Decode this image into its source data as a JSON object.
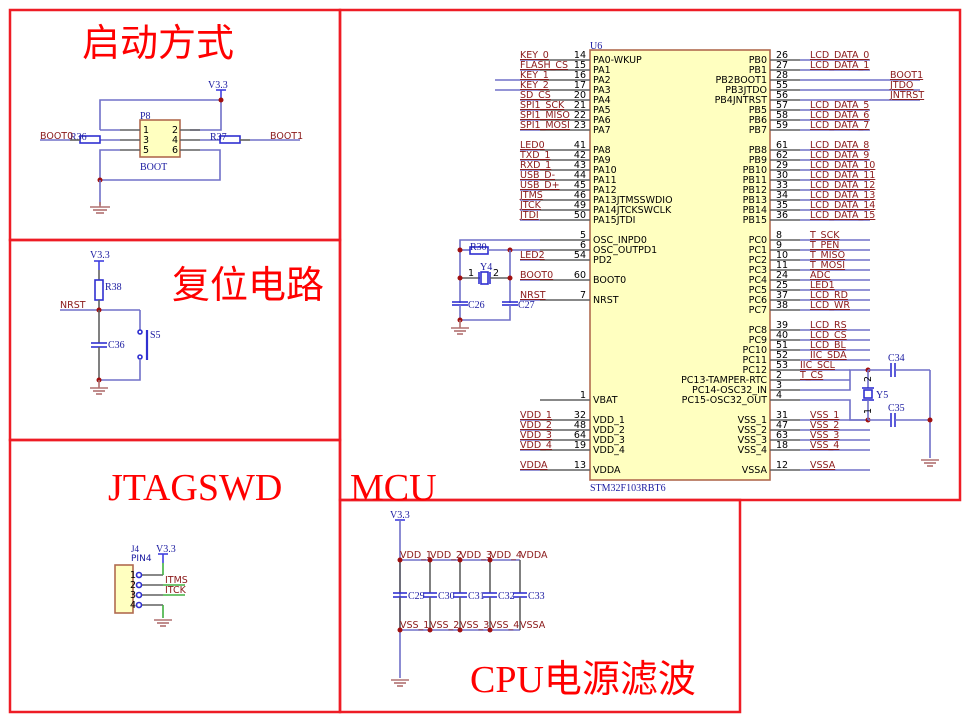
{
  "sections": {
    "boot": {
      "title": "启动方式"
    },
    "reset": {
      "title": "复位电路"
    },
    "jtag": {
      "title": "JTAGSWD"
    },
    "mcu": {
      "title": "MCU"
    },
    "power": {
      "title": "CPU电源滤波"
    }
  },
  "boot_circuit": {
    "power_label": "V3.3",
    "header_ref": "P8",
    "header_value": "BOOT",
    "pins": [
      "1",
      "2",
      "3",
      "4",
      "5",
      "6"
    ],
    "r_left": "R36",
    "r_right": "R37",
    "net_left": "BOOT0",
    "net_right": "BOOT1"
  },
  "reset_circuit": {
    "power_label": "V3.3",
    "resistor": "R38",
    "net": "NRST",
    "capacitor": "C36",
    "switch": "S5"
  },
  "jtag_circuit": {
    "ref": "J4",
    "value": "PIN4",
    "power_label": "V3.3",
    "pins": [
      "1",
      "2",
      "3",
      "4"
    ],
    "nets": [
      "ITMS",
      "ITCK"
    ]
  },
  "mcu": {
    "ref": "U6",
    "part": "STM32F103RBT6",
    "left_pins": [
      {
        "net": "KEY_0",
        "num": "14",
        "name": "PA0-WKUP"
      },
      {
        "net": "FLASH_CS",
        "num": "15",
        "name": "PA1"
      },
      {
        "net": "KEY_1",
        "num": "16",
        "name": "PA2"
      },
      {
        "net": "KEY_2",
        "num": "17",
        "name": "PA3"
      },
      {
        "net": "SD_CS",
        "num": "20",
        "name": "PA4"
      },
      {
        "net": "SPI1_SCK",
        "num": "21",
        "name": "PA5"
      },
      {
        "net": "SPI1_MISO",
        "num": "22",
        "name": "PA6"
      },
      {
        "net": "SPI1_MOSI",
        "num": "23",
        "name": "PA7"
      },
      {
        "net": "LED0",
        "num": "41",
        "name": "PA8"
      },
      {
        "net": "TXD_1",
        "num": "42",
        "name": "PA9"
      },
      {
        "net": "RXD_1",
        "num": "43",
        "name": "PA10"
      },
      {
        "net": "USB_D-",
        "num": "44",
        "name": "PA11"
      },
      {
        "net": "USB_D+",
        "num": "45",
        "name": "PA12"
      },
      {
        "net": "JTMS",
        "num": "46",
        "name": "PA13JTMSSWDIO"
      },
      {
        "net": "JTCK",
        "num": "49",
        "name": "PA14JTCKSWCLK"
      },
      {
        "net": "JTDI",
        "num": "50",
        "name": "PA15JTDI"
      },
      {
        "net": "",
        "num": "5",
        "name": "OSC_INPD0"
      },
      {
        "net": "",
        "num": "6",
        "name": "OSC_OUTPD1"
      },
      {
        "net": "LED2",
        "num": "54",
        "name": "PD2"
      },
      {
        "net": "BOOT0",
        "num": "60",
        "name": "BOOT0"
      },
      {
        "net": "NRST",
        "num": "7",
        "name": "NRST"
      },
      {
        "net": "",
        "num": "1",
        "name": "VBAT"
      },
      {
        "net": "VDD_1",
        "num": "32",
        "name": "VDD_1"
      },
      {
        "net": "VDD_2",
        "num": "48",
        "name": "VDD_2"
      },
      {
        "net": "VDD_3",
        "num": "64",
        "name": "VDD_3"
      },
      {
        "net": "VDD_4",
        "num": "19",
        "name": "VDD_4"
      },
      {
        "net": "VDDA",
        "num": "13",
        "name": "VDDA"
      }
    ],
    "right_pins": [
      {
        "net": "LCD_DATA_0",
        "num": "26",
        "name": "PB0"
      },
      {
        "net": "LCD_DATA_1",
        "num": "27",
        "name": "PB1"
      },
      {
        "net": "BOOT1",
        "num": "28",
        "name": "PB2BOOT1"
      },
      {
        "net": "JTDO",
        "num": "55",
        "name": "PB3JTDO"
      },
      {
        "net": "JNTRST",
        "num": "56",
        "name": "PB4JNTRST"
      },
      {
        "net": "LCD_DATA_5",
        "num": "57",
        "name": "PB5"
      },
      {
        "net": "LCD_DATA_6",
        "num": "58",
        "name": "PB6"
      },
      {
        "net": "LCD_DATA_7",
        "num": "59",
        "name": "PB7"
      },
      {
        "net": "LCD_DATA_8",
        "num": "61",
        "name": "PB8"
      },
      {
        "net": "LCD_DATA_9",
        "num": "62",
        "name": "PB9"
      },
      {
        "net": "LCD_DATA_10",
        "num": "29",
        "name": "PB10"
      },
      {
        "net": "LCD_DATA_11",
        "num": "30",
        "name": "PB11"
      },
      {
        "net": "LCD_DATA_12",
        "num": "33",
        "name": "PB12"
      },
      {
        "net": "LCD_DATA_13",
        "num": "34",
        "name": "PB13"
      },
      {
        "net": "LCD_DATA_14",
        "num": "35",
        "name": "PB14"
      },
      {
        "net": "LCD_DATA_15",
        "num": "36",
        "name": "PB15"
      },
      {
        "net": "T_SCK",
        "num": "8",
        "name": "PC0"
      },
      {
        "net": "T_PEN",
        "num": "9",
        "name": "PC1"
      },
      {
        "net": "T_MISO",
        "num": "10",
        "name": "PC2"
      },
      {
        "net": "T_MOSI",
        "num": "11",
        "name": "PC3"
      },
      {
        "net": "ADC",
        "num": "24",
        "name": "PC4"
      },
      {
        "net": "LED1",
        "num": "25",
        "name": "PC5"
      },
      {
        "net": "LCD_RD",
        "num": "37",
        "name": "PC6"
      },
      {
        "net": "LCD_WR",
        "num": "38",
        "name": "PC7"
      },
      {
        "net": "LCD_RS",
        "num": "39",
        "name": "PC8"
      },
      {
        "net": "LCD_CS",
        "num": "40",
        "name": "PC9"
      },
      {
        "net": "LCD_BL",
        "num": "51",
        "name": "PC10"
      },
      {
        "net": "IIC_SDA",
        "num": "52",
        "name": "PC11"
      },
      {
        "net": "IIC_SCL",
        "num": "53",
        "name": "PC12"
      },
      {
        "net": "T_CS",
        "num": "2",
        "name": "PC13-TAMPER-RTC"
      },
      {
        "net": "",
        "num": "3",
        "name": "PC14-OSC32_IN"
      },
      {
        "net": "",
        "num": "4",
        "name": "PC15-OSC32_OUT"
      },
      {
        "net": "VSS_1",
        "num": "31",
        "name": "VSS_1"
      },
      {
        "net": "VSS_2",
        "num": "47",
        "name": "VSS_2"
      },
      {
        "net": "VSS_3",
        "num": "63",
        "name": "VSS_3"
      },
      {
        "net": "VSS_4",
        "num": "18",
        "name": "VSS_4"
      },
      {
        "net": "VSSA",
        "num": "12",
        "name": "VSSA"
      }
    ],
    "osc": {
      "resistor": "R30",
      "crystal": "Y4",
      "cap_left": "C26",
      "cap_right": "C27",
      "pin1": "1",
      "pin2": "2"
    },
    "rtc": {
      "crystal": "Y5",
      "cap_top": "C34",
      "cap_bottom": "C35",
      "pin1": "1",
      "pin2": "2"
    }
  },
  "power_filter": {
    "power_label": "V3.3",
    "vdd_nets": [
      "VDD_1",
      "VDD_2",
      "VDD_3",
      "VDD_4",
      "VDDA"
    ],
    "caps": [
      "C29",
      "C30",
      "C31",
      "C32",
      "C33"
    ],
    "vss_nets": [
      "VSS_1",
      "VSS_2",
      "VSS_3",
      "VSS_4",
      "VSSA"
    ]
  }
}
